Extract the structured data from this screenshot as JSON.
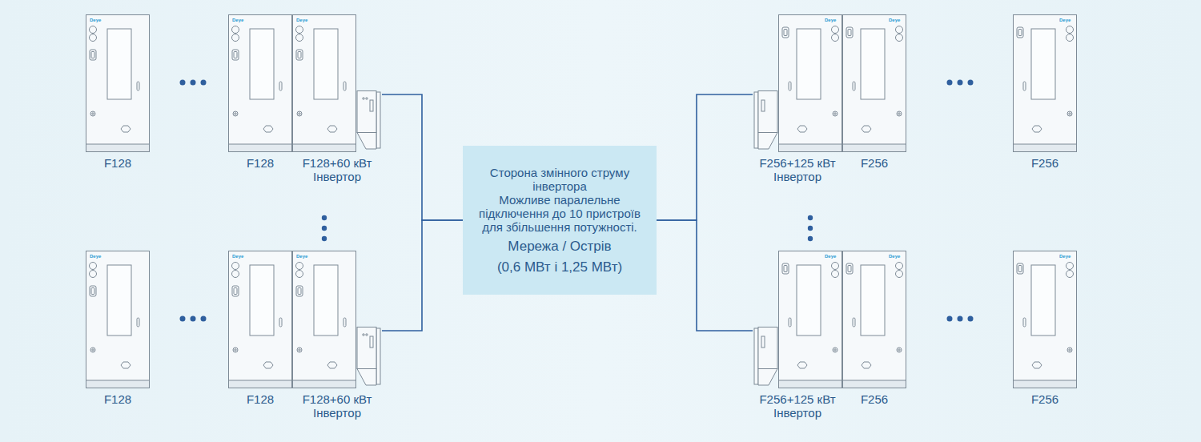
{
  "diagram": {
    "nodes": [
      {
        "text": [
          "Deye",
          "F128"
        ]
      },
      {
        "text": [
          "Deye",
          "F128"
        ]
      },
      {
        "text": [
          "Deye",
          "F128+60 кВт Інвертор"
        ]
      },
      {
        "text": [
          "Deye",
          "F128"
        ]
      },
      {
        "text": [
          "Deye",
          "F128"
        ]
      },
      {
        "text": [
          "Deye",
          "F128+60 кВт Інвертор"
        ]
      },
      {
        "text": [
          "Сторона змінного струму інвертора",
          "Можливе паралельне підключення до 10 пристроїв для збільшення потужності.",
          "Мережа / Острів",
          "(0,6 МВт і 1,25 МВт)"
        ]
      },
      {
        "text": [
          "Deye",
          "F256+125 кВт Інвертор"
        ]
      },
      {
        "text": [
          "Deye",
          "F256"
        ]
      },
      {
        "text": [
          "Deye",
          "F256"
        ]
      },
      {
        "text": [
          "Deye",
          "F256+125 кВт Інвертор"
        ]
      },
      {
        "text": [
          "Deye",
          "F256"
        ]
      },
      {
        "text": [
          "Deye",
          "F256"
        ]
      }
    ],
    "edges": [
      {
        "from": 2,
        "to": 6,
        "arrow": "none"
      },
      {
        "from": 5,
        "to": 6,
        "arrow": "none"
      },
      {
        "from": 6,
        "to": 7,
        "arrow": "none"
      },
      {
        "from": 6,
        "to": 10,
        "arrow": "none"
      }
    ]
  }
}
